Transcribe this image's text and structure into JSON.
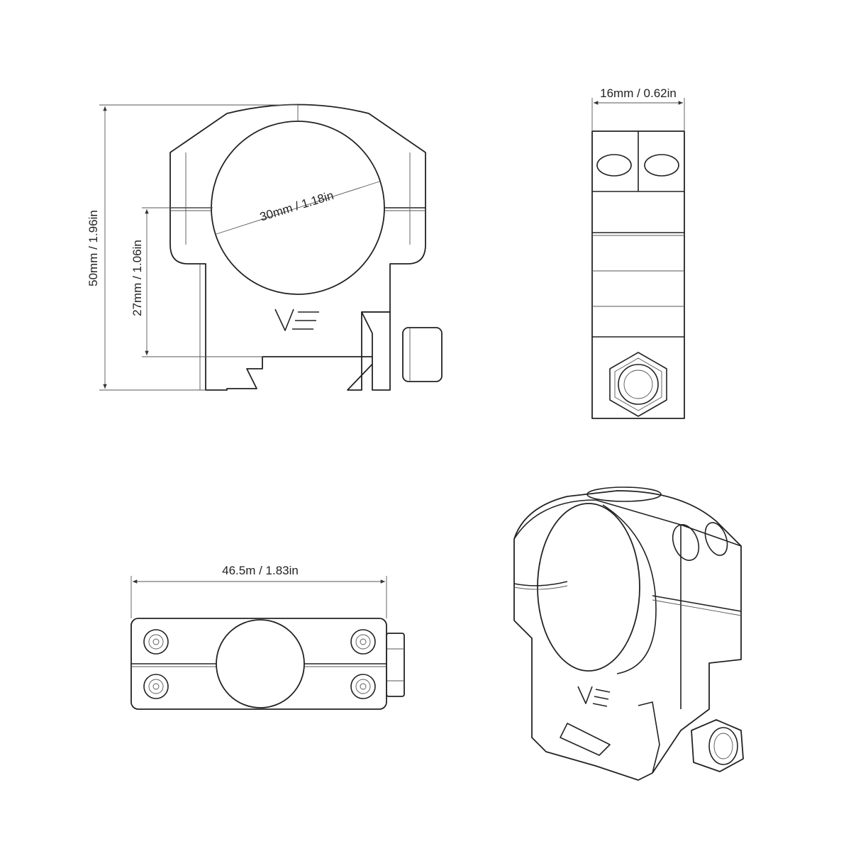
{
  "dimensions": {
    "width": "16mm / 0.62in",
    "diameter": "30mm / 1.18in",
    "height": "50mm / 1.96in",
    "center_height": "27mm / 1.06in",
    "length": "46.5m / 1.83in"
  },
  "logo": "VE"
}
